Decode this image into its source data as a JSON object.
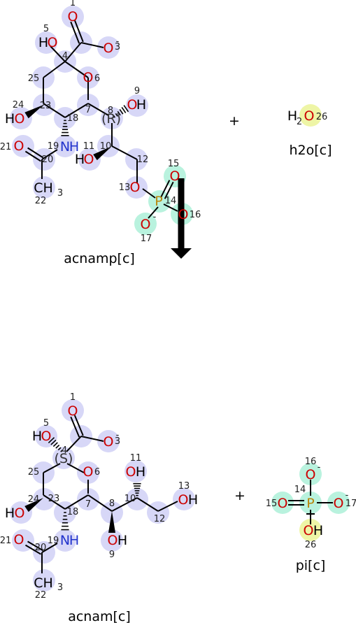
{
  "colors": {
    "oxygen": "#cc0000",
    "nitrogen": "#2233cc",
    "phosphorus": "#b8860b",
    "carbon": "#000000",
    "highlight_blue": "#d7d7f7",
    "highlight_green": "#b9f2de",
    "highlight_yellow": "#eef5a6"
  },
  "reactants": {
    "acnamp": {
      "caption": "acnamp[c]",
      "stereo_label": "(R)"
    },
    "water": {
      "caption": "h2o[c]"
    },
    "plus": "+"
  },
  "products": {
    "acnam": {
      "caption": "acnam[c]",
      "stereo_label": "(S)"
    },
    "pi": {
      "caption": "pi[c]"
    },
    "plus": "+"
  },
  "atom_numbers": [
    "1",
    "3",
    "4",
    "5",
    "6",
    "7",
    "8",
    "9",
    "10",
    "11",
    "12",
    "13",
    "14",
    "15",
    "16",
    "17",
    "18",
    "19",
    "20",
    "21",
    "22",
    "23",
    "24",
    "25",
    "26"
  ],
  "arrow": {
    "direction": "down"
  }
}
